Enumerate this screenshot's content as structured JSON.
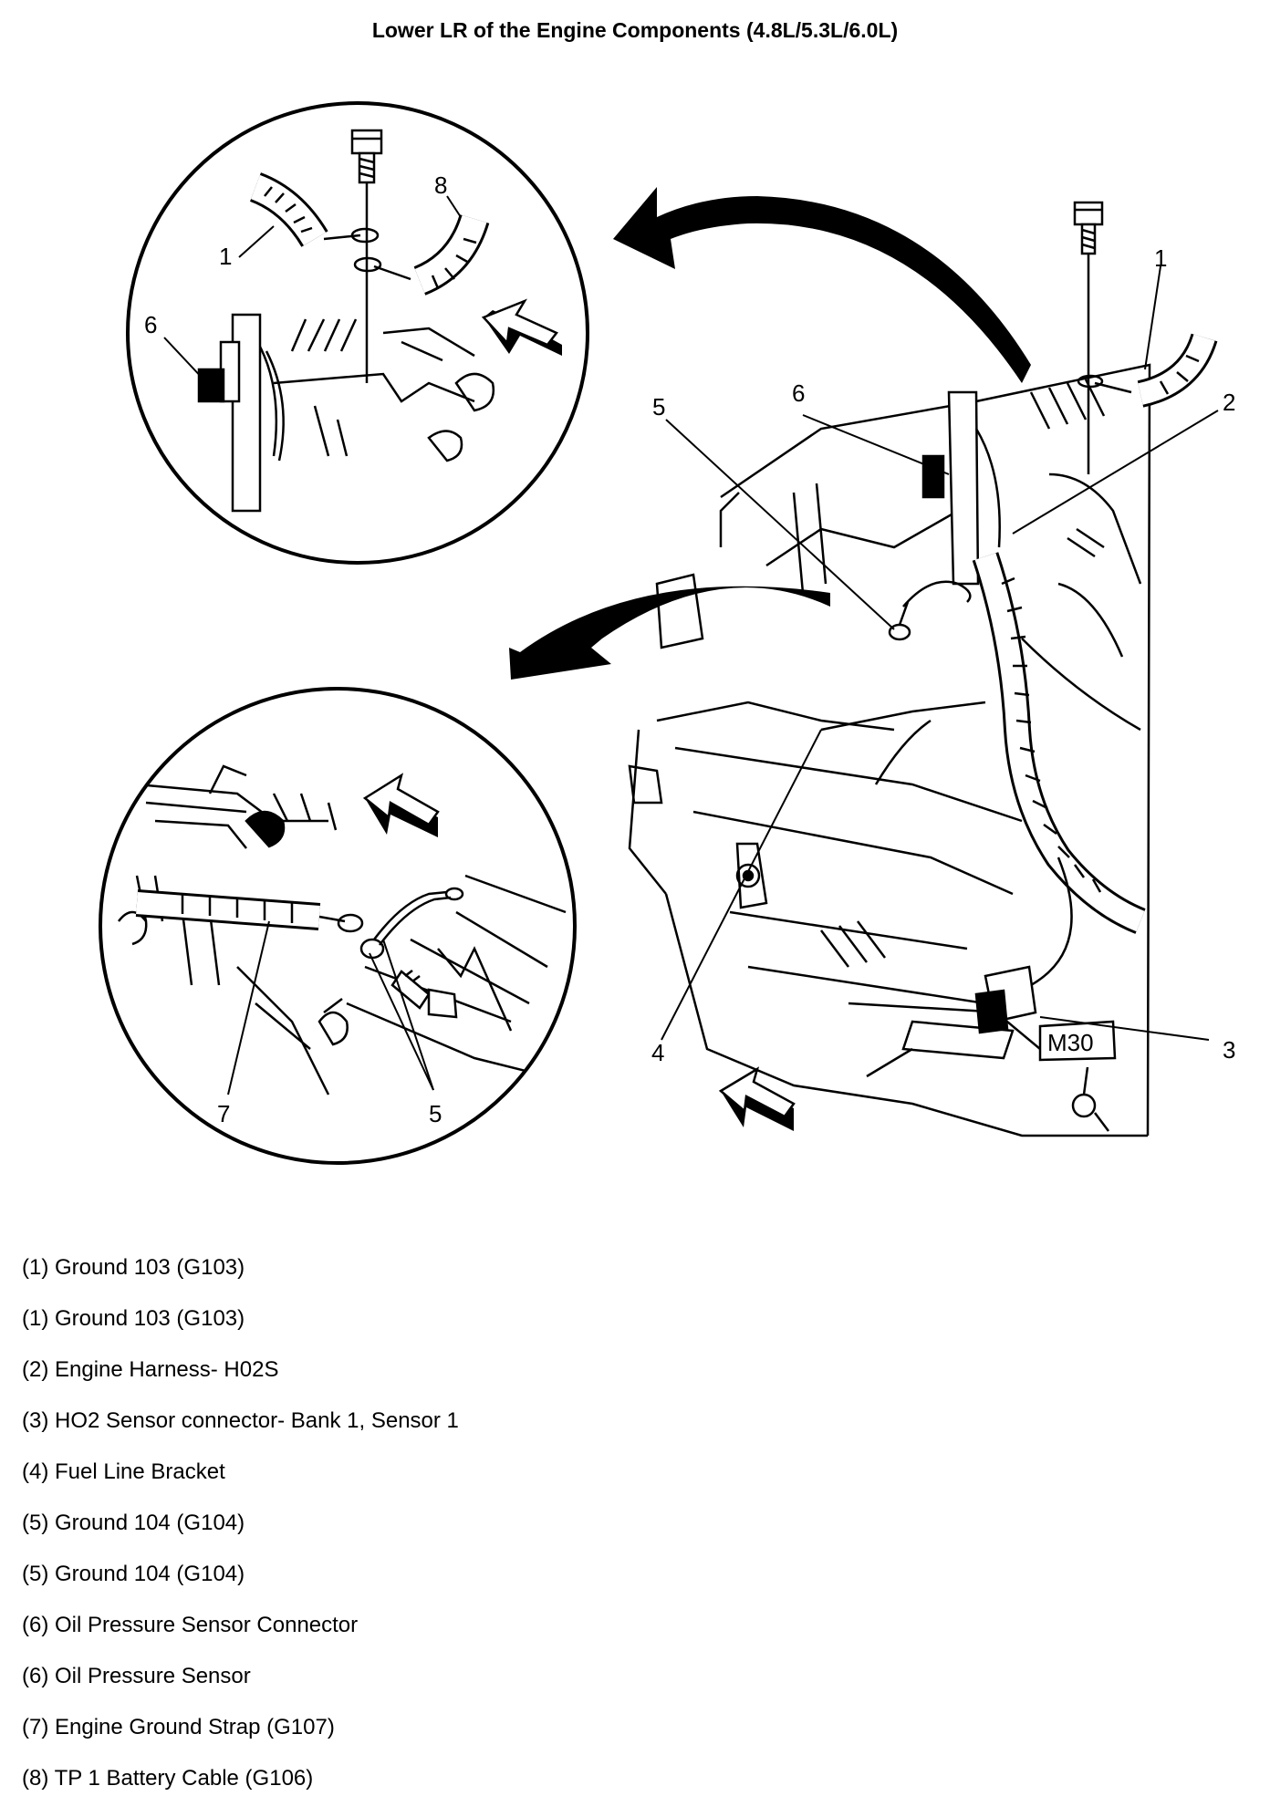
{
  "title": "Lower LR of the Engine Components (4.8L/5.3L/6.0L)",
  "callouts": {
    "top_inset": [
      "1",
      "8",
      "6"
    ],
    "bottom_inset": [
      "7",
      "5"
    ],
    "main_view": [
      "5",
      "6",
      "1",
      "2",
      "4",
      "3"
    ]
  },
  "casting_mark": "M30",
  "legend": [
    "(1) Ground 103 (G103)",
    "(1) Ground 103 (G103)",
    "(2) Engine Harness- H02S",
    "(3) HO2 Sensor connector- Bank 1, Sensor 1",
    "(4) Fuel Line Bracket",
    "(5) Ground 104 (G104)",
    "(5) Ground 104 (G104)",
    "(6) Oil Pressure Sensor Connector",
    "(6) Oil Pressure Sensor",
    "(7) Engine Ground Strap (G107)",
    "(8) TP 1 Battery Cable (G106)"
  ]
}
